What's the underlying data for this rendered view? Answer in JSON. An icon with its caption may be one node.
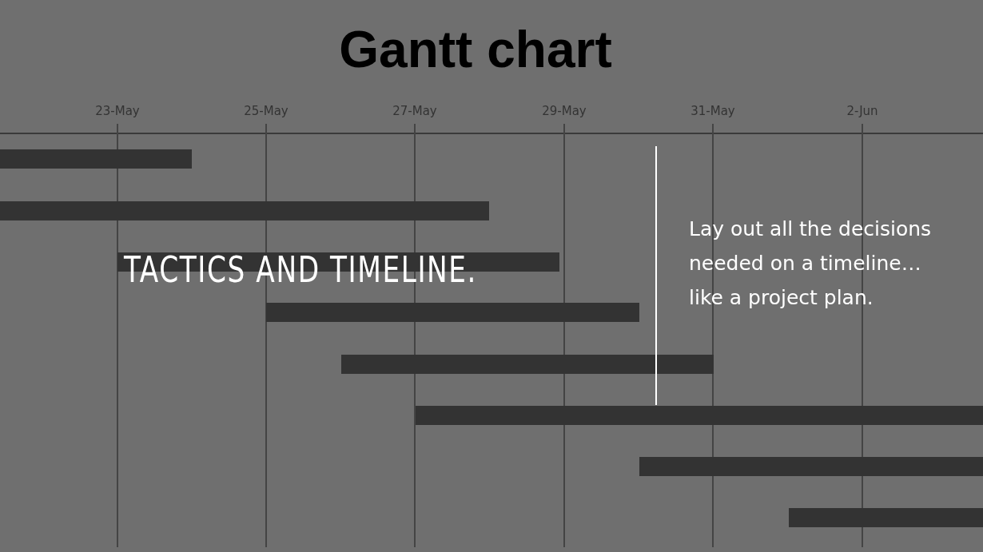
{
  "diagram": {
    "title": "TACTICS AND TIMELINE.",
    "labels": [
      "Gantt chart",
      "23-May",
      "25-May",
      "27-May",
      "29-May",
      "31-May",
      "2-Jun",
      "Lay out all the decisions needed on a timeline…like a project plan."
    ]
  }
}
